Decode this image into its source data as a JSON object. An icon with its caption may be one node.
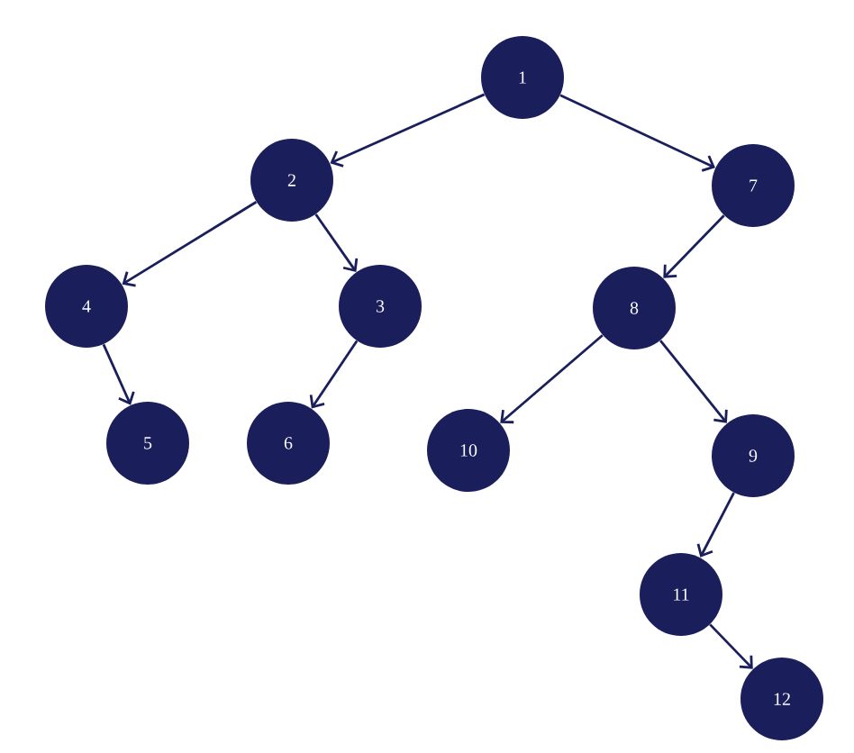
{
  "diagram": {
    "nodes": [
      {
        "text": [
          "1"
        ]
      },
      {
        "text": [
          "2"
        ]
      },
      {
        "text": [
          "7"
        ]
      },
      {
        "text": [
          "4"
        ]
      },
      {
        "text": [
          "3"
        ]
      },
      {
        "text": [
          "8"
        ]
      },
      {
        "text": [
          "5"
        ]
      },
      {
        "text": [
          "6"
        ]
      },
      {
        "text": [
          "10"
        ]
      },
      {
        "text": [
          "9"
        ]
      },
      {
        "text": [
          "11"
        ]
      },
      {
        "text": [
          "12"
        ]
      }
    ],
    "edges": [
      {
        "from": 0,
        "to": 1,
        "arrow": "to"
      },
      {
        "from": 0,
        "to": 2,
        "arrow": "to"
      },
      {
        "from": 1,
        "to": 3,
        "arrow": "to"
      },
      {
        "from": 1,
        "to": 4,
        "arrow": "to"
      },
      {
        "from": 3,
        "to": 6,
        "arrow": "to"
      },
      {
        "from": 4,
        "to": 7,
        "arrow": "to"
      },
      {
        "from": 2,
        "to": 5,
        "arrow": "to"
      },
      {
        "from": 5,
        "to": 8,
        "arrow": "to"
      },
      {
        "from": 5,
        "to": 9,
        "arrow": "to"
      },
      {
        "from": 9,
        "to": 10,
        "arrow": "to"
      },
      {
        "from": 10,
        "to": 11,
        "arrow": "to"
      }
    ]
  }
}
